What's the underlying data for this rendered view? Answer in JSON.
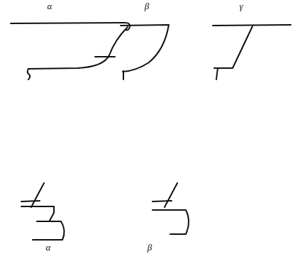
{
  "diagram": {
    "labels": [
      "α",
      "β",
      "γ",
      "α",
      "β"
    ]
  }
}
